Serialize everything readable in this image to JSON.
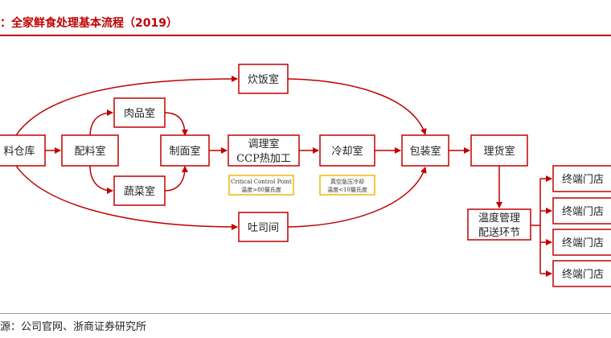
{
  "title": "：全家鲜食处理基本流程（2019）",
  "source": "源：公司官网、浙商证券研究所",
  "colors": {
    "accent": "#c00000",
    "note_border": "#f2b705"
  },
  "nodes": {
    "warehouse": "料仓库",
    "mixing": "配料室",
    "meat": "肉品室",
    "veg": "蔬菜室",
    "noodle": "制面室",
    "conditioning": [
      "调理室",
      "CCP热加工"
    ],
    "rice": "炊饭室",
    "cooling": "冷却室",
    "toast": "吐司间",
    "packing": "包装室",
    "sorting": "理货室",
    "temp": [
      "温度管理",
      "配送环节"
    ],
    "stores": [
      "终端门店",
      "终端门店",
      "终端门店",
      "终端门店"
    ]
  },
  "notes": {
    "ccp": [
      "Critical Control Point",
      "温度>80摄氏度"
    ],
    "cooling": [
      "真空急压冷却",
      "温度<10摄氏度"
    ]
  }
}
